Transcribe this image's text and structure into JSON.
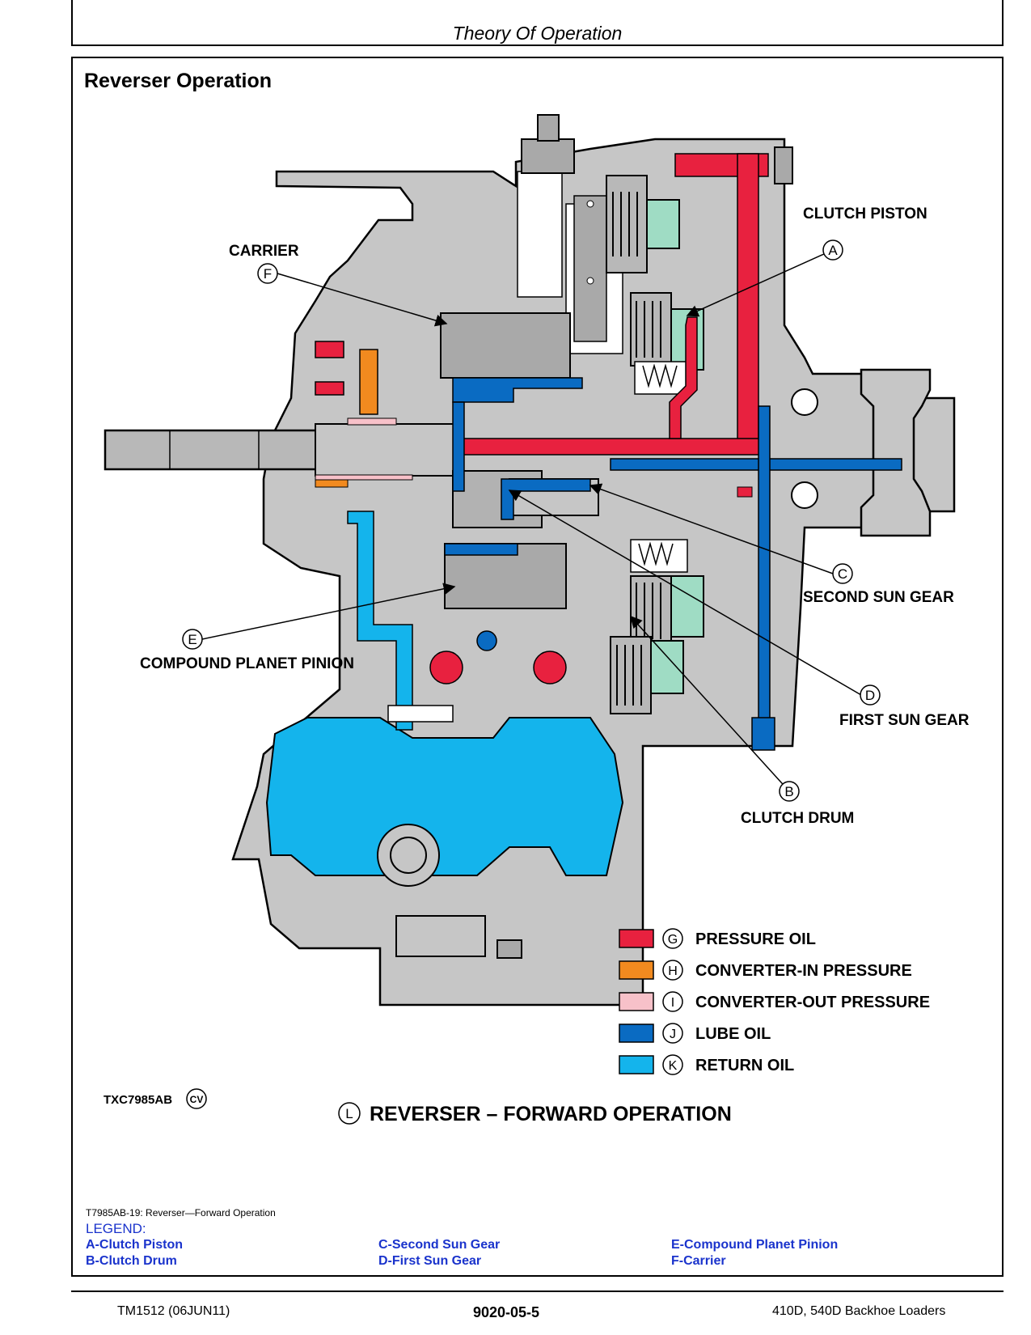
{
  "header": {
    "section_title": "Theory Of Operation"
  },
  "figure": {
    "heading": "Reverser Operation",
    "callouts": [
      {
        "letter": "A",
        "label": "CLUTCH PISTON"
      },
      {
        "letter": "B",
        "label": "CLUTCH DRUM"
      },
      {
        "letter": "C",
        "label": "SECOND SUN GEAR"
      },
      {
        "letter": "D",
        "label": "FIRST SUN GEAR"
      },
      {
        "letter": "E",
        "label": "COMPOUND PLANET PINION"
      },
      {
        "letter": "F",
        "label": "CARRIER"
      }
    ],
    "color_key": [
      {
        "letter": "G",
        "label": "PRESSURE OIL",
        "color": "#e8213f"
      },
      {
        "letter": "H",
        "label": "CONVERTER-IN PRESSURE",
        "color": "#f28a1f"
      },
      {
        "letter": "I",
        "label": "CONVERTER-OUT PRESSURE",
        "color": "#f7c1c9"
      },
      {
        "letter": "J",
        "label": "LUBE OIL",
        "color": "#0a6bc2"
      },
      {
        "letter": "K",
        "label": "RETURN OIL",
        "color": "#14b4ec"
      }
    ],
    "figure_id": "TXC7985AB",
    "figure_id_badge": "CV",
    "title_letter": "L",
    "title": "REVERSER – FORWARD OPERATION",
    "colors": {
      "housing": "#c6c6c6",
      "component": "#a9a9a9",
      "clutch_piston": "#9fdcc4"
    }
  },
  "caption": "T7985AB-19: Reverser—Forward Operation",
  "legend": {
    "title": "LEGEND:",
    "items": [
      "A-Clutch Piston",
      "B-Clutch Drum",
      "C-Second Sun Gear",
      "D-First Sun Gear",
      "E-Compound Planet Pinion",
      "F-Carrier"
    ]
  },
  "footer": {
    "left": "TM1512 (06JUN11)",
    "center": "9020-05-5",
    "right": "410D, 540D Backhoe Loaders"
  }
}
